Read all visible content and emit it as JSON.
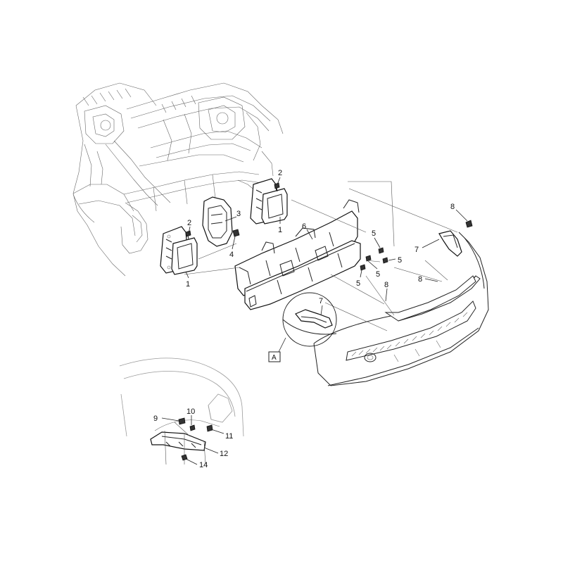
{
  "callouts": [
    {
      "id": "c1a",
      "text": "1"
    },
    {
      "id": "c1b",
      "text": "1"
    },
    {
      "id": "c2a",
      "text": "2"
    },
    {
      "id": "c2b",
      "text": "2"
    },
    {
      "id": "c3",
      "text": "3"
    },
    {
      "id": "c4",
      "text": "4"
    },
    {
      "id": "c5a",
      "text": "5"
    },
    {
      "id": "c5b",
      "text": "5"
    },
    {
      "id": "c5c",
      "text": "5"
    },
    {
      "id": "c5d",
      "text": "5"
    },
    {
      "id": "c6",
      "text": "6"
    },
    {
      "id": "c7a",
      "text": "7"
    },
    {
      "id": "c7b",
      "text": "7"
    },
    {
      "id": "c8a",
      "text": "8"
    },
    {
      "id": "c8b",
      "text": "8"
    },
    {
      "id": "c8c",
      "text": "8"
    },
    {
      "id": "c9",
      "text": "9"
    },
    {
      "id": "c10",
      "text": "10"
    },
    {
      "id": "c11",
      "text": "11"
    },
    {
      "id": "c12",
      "text": "12"
    },
    {
      "id": "c14",
      "text": "14"
    }
  ],
  "detail_label": "A"
}
